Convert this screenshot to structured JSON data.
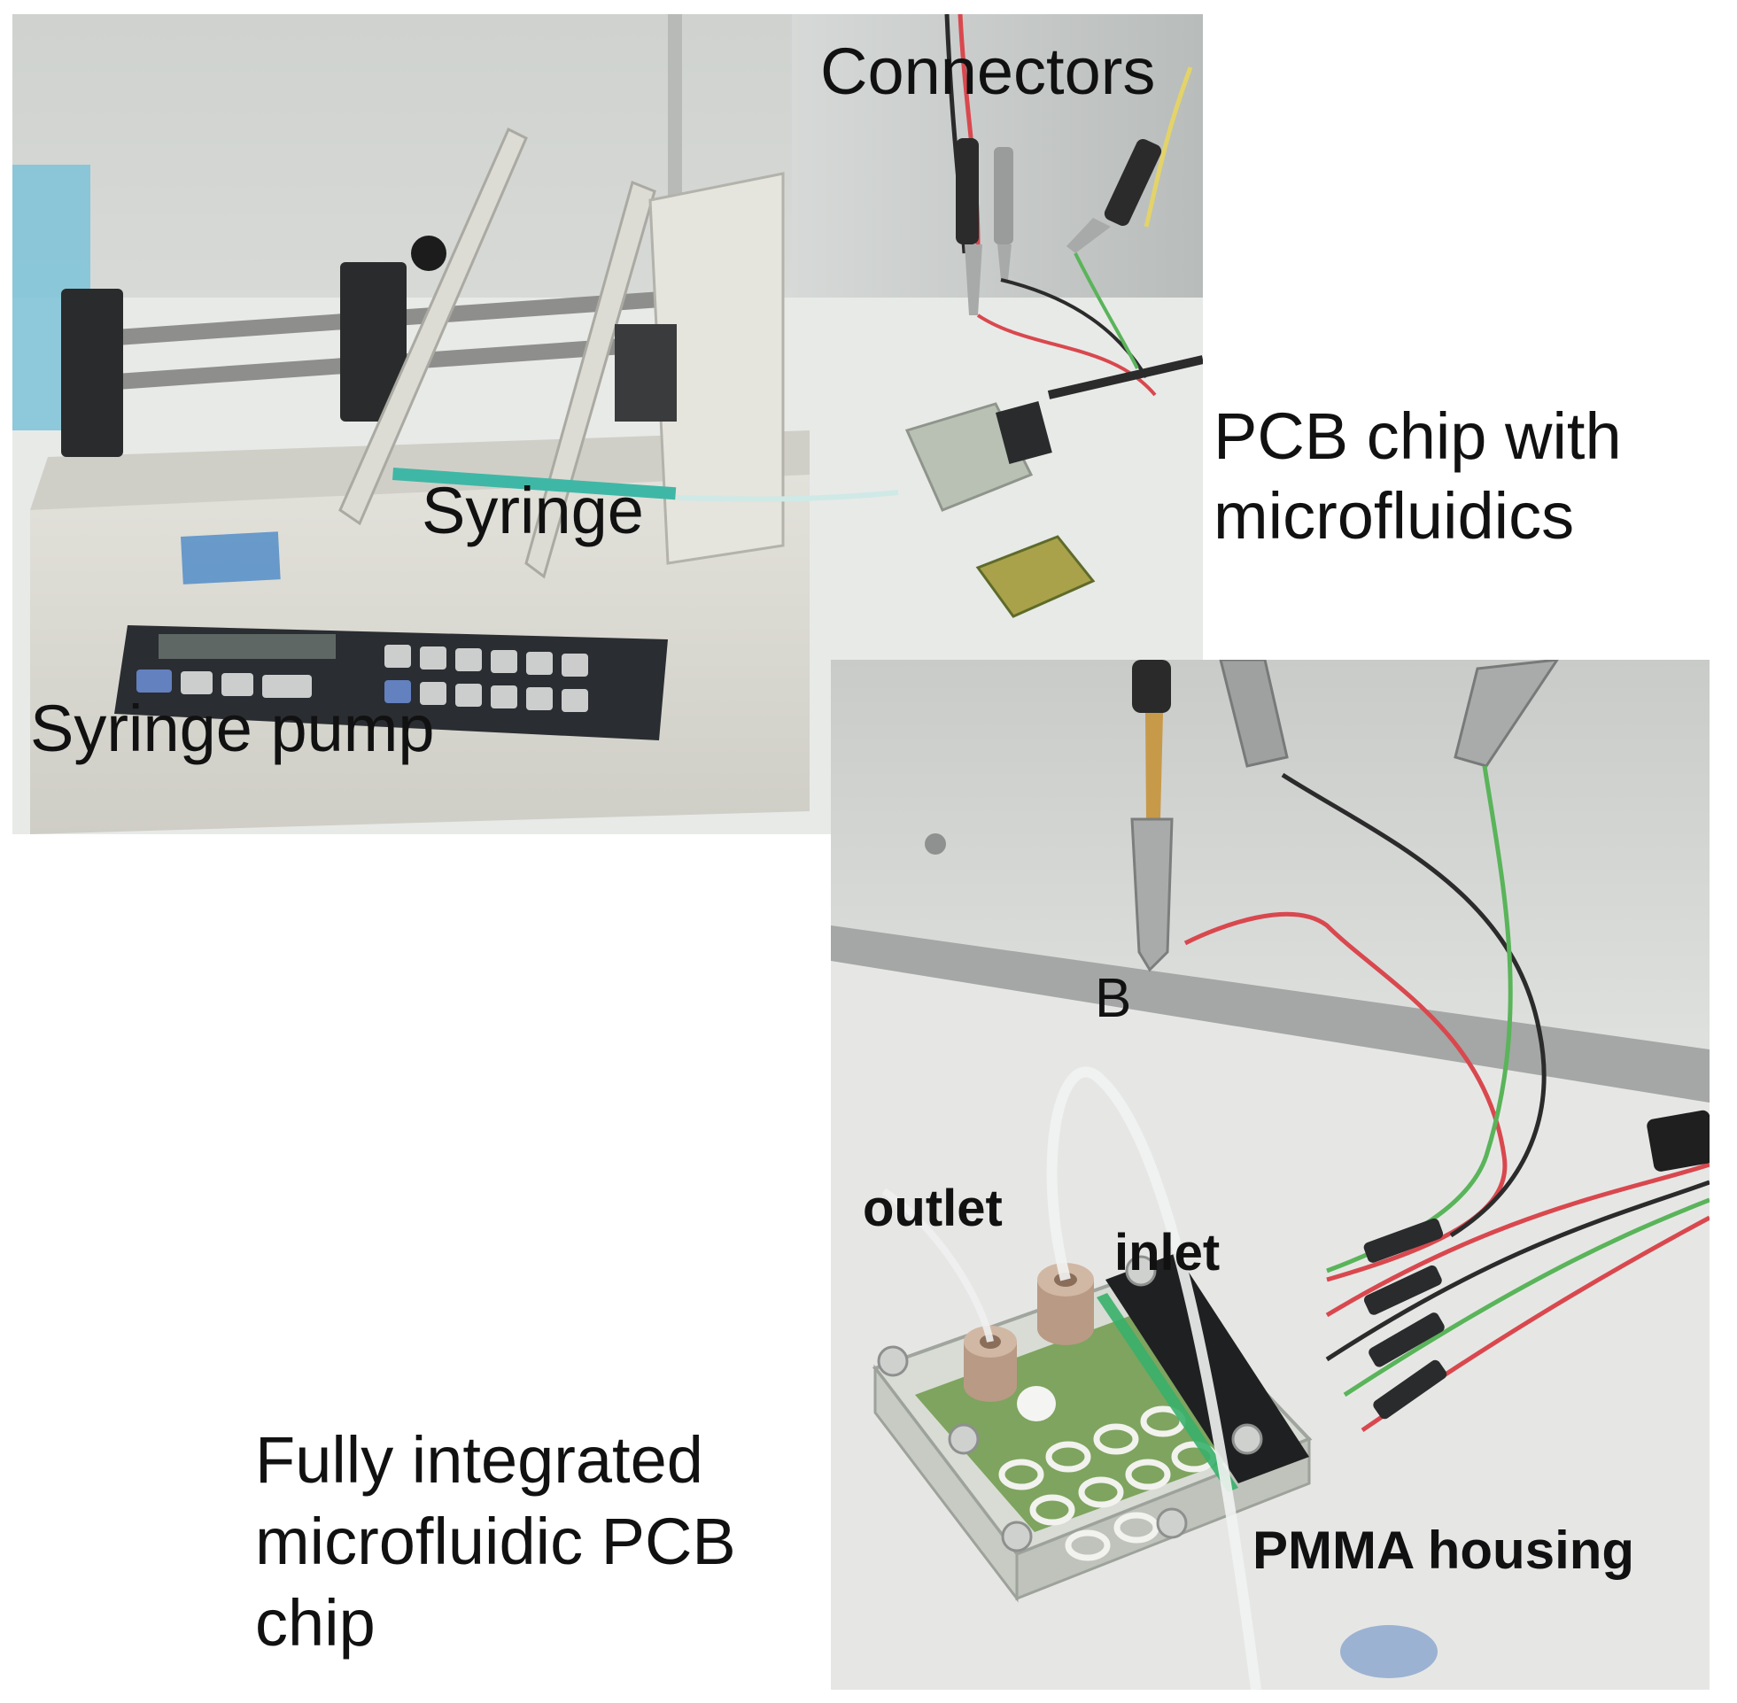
{
  "figure": {
    "top_photo": {
      "labels": {
        "connectors": "Connectors",
        "syringe": "Syringe",
        "syringe_pump": "Syringe pump"
      }
    },
    "side_text": {
      "pcb_chip_line1": "PCB chip with",
      "pcb_chip_line2": "microfluidics"
    },
    "bottom_photo": {
      "panel_letter": "B",
      "labels": {
        "outlet": "outlet",
        "inlet": "inlet",
        "pmma_housing": "PMMA housing"
      }
    },
    "caption_bottom_left": {
      "line1": "Fully integrated",
      "line2": "microfluidic PCB",
      "line3": "chip"
    }
  },
  "colors": {
    "background": "#ffffff",
    "bench": "#e4e6e3",
    "steel": "#c9ccc9",
    "pump_body": "#d9d8d0",
    "keypad": "#2a2d31",
    "tubing_teal": "#3fb7a6",
    "wire_red": "#d9484e",
    "wire_green": "#5ab45a",
    "wire_black": "#2b2b2b",
    "pcb_green": "#6f9a4a",
    "fitting_tan": "#b99a84"
  }
}
